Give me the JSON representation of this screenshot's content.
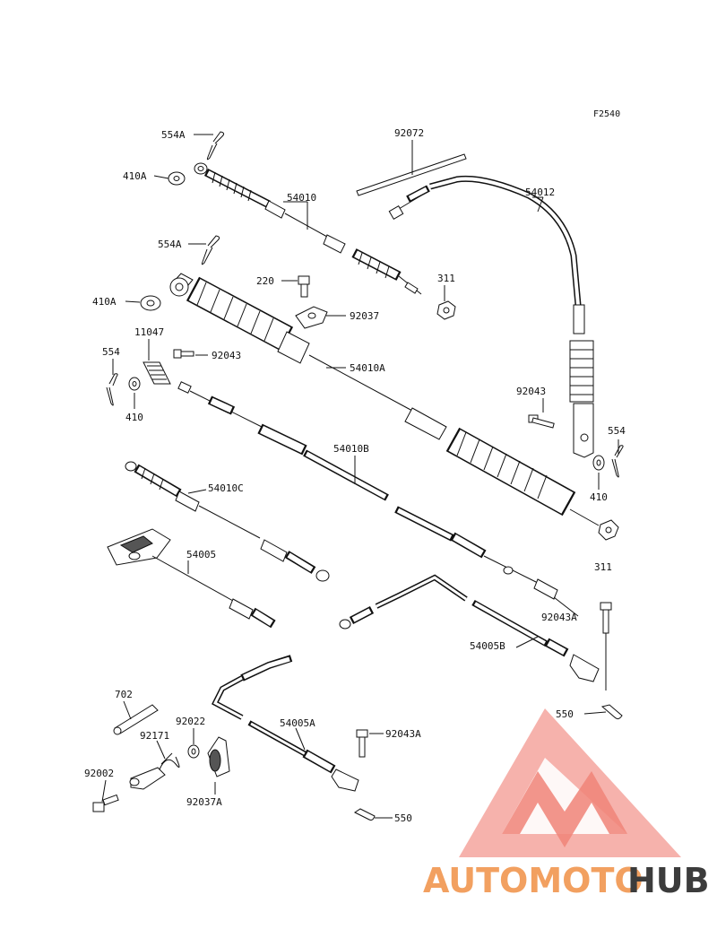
{
  "figure_code": "F2540",
  "labels": {
    "l554A_top": "554A",
    "l410A_top": "410A",
    "l54010": "54010",
    "l92072": "92072",
    "l54012": "54012",
    "l554A_mid": "554A",
    "l220": "220",
    "l311_top": "311",
    "l92037": "92037",
    "l410A_mid": "410A",
    "l11047": "11047",
    "l92043_a": "92043",
    "l54010A": "54010A",
    "l554_left": "554",
    "l410_left": "410",
    "l92043_b": "92043",
    "l554_right": "554",
    "l410_right": "410",
    "l54010B": "54010B",
    "l54010C": "54010C",
    "l54005": "54005",
    "l311_right": "311",
    "l92043A_right": "92043A",
    "l54005B": "54005B",
    "l702": "702",
    "l92022": "92022",
    "l92171": "92171",
    "l92002": "92002",
    "l92037A": "92037A",
    "l54005A": "54005A",
    "l92043A_bottom": "92043A",
    "l550_right": "550",
    "l550_bottom": "550"
  },
  "watermark": {
    "part1": "AUTOMOTO",
    "part2": "HUB",
    "color_primary": "#f08478",
    "color_secondary": "#f7b070",
    "color_dark": "#3c3c3c"
  }
}
